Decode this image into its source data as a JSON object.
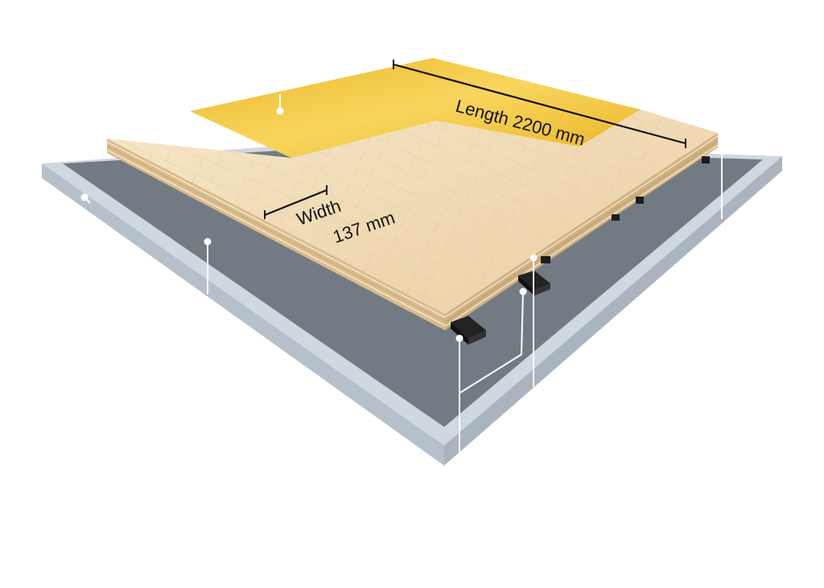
{
  "labels": {
    "length": "Length 2200 mm",
    "width_line1": "Width",
    "width_line2": "137 mm"
  },
  "colors": {
    "frame": "#c9d2db",
    "frame_edge": "#9aa6b2",
    "base": "#717b84",
    "wood": "#f1dcb8",
    "wood_side": "#e2c79d",
    "membrane": "#f1c43a",
    "sleeper": "#1f1f1f",
    "leader": "#ffffff",
    "dim_line": "#111111"
  }
}
